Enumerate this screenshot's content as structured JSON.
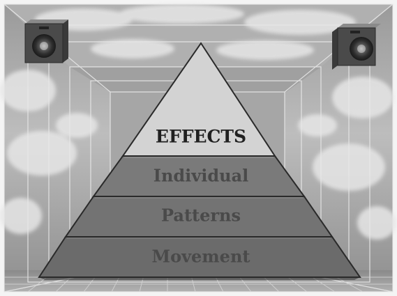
{
  "pyramid": {
    "tiers": [
      {
        "label": "EFFECTS",
        "level": 1
      },
      {
        "label": "Individual",
        "level": 2
      },
      {
        "label": "Patterns",
        "level": 3
      },
      {
        "label": "Movement",
        "level": 4
      }
    ]
  },
  "background": {
    "scene": "room with cloud-painted walls and grid floor",
    "icons": [
      "left-speaker-icon",
      "right-speaker-icon"
    ]
  },
  "colors": {
    "top_tier": "#d3d3d3",
    "lower_tiers": "#6e6e6e",
    "label_on_light": "#202020",
    "label_on_dark": "#4a4a4a"
  }
}
